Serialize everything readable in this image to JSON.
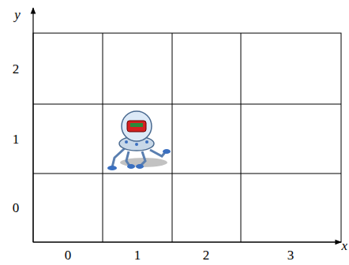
{
  "diagram": {
    "labels": [
      "y",
      "2",
      "1",
      "0",
      "0",
      "1",
      "2",
      "3",
      "x"
    ]
  }
}
